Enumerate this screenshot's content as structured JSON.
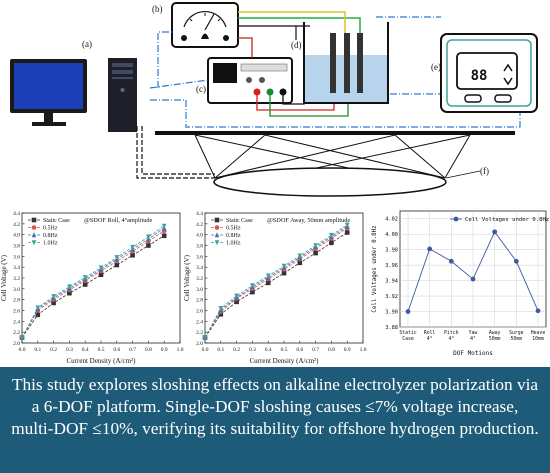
{
  "diagram": {
    "panel_labels": {
      "a": "(a)",
      "b": "(b)",
      "c": "(c)",
      "d": "(d)",
      "e": "(e)",
      "f": "(f)"
    },
    "controller_display": "88"
  },
  "chart_data": [
    {
      "type": "line",
      "title": "@SDOF Roll, 4°amplitude",
      "xlabel": "Current Density (A/cm²)",
      "ylabel": "Cell Voltage (V)",
      "xlim": [
        0.0,
        1.0
      ],
      "ylim": [
        2.0,
        4.4
      ],
      "x_ticks": [
        "0.0",
        "0.1",
        "0.2",
        "0.3",
        "0.4",
        "0.5",
        "0.6",
        "0.7",
        "0.8",
        "0.9",
        "1.0"
      ],
      "y_ticks": [
        "2.0",
        "2.2",
        "2.4",
        "2.6",
        "2.8",
        "3.0",
        "3.2",
        "3.4",
        "3.6",
        "3.8",
        "4.0",
        "4.2",
        "4.4"
      ],
      "legend_position": "top-left",
      "x": [
        0.0,
        0.1,
        0.2,
        0.3,
        0.4,
        0.5,
        0.6,
        0.7,
        0.8,
        0.9
      ],
      "series": [
        {
          "name": "Static Case",
          "marker": "square",
          "color": "#333333",
          "values": [
            2.1,
            2.52,
            2.74,
            2.92,
            3.08,
            3.26,
            3.44,
            3.62,
            3.8,
            3.98
          ]
        },
        {
          "name": "0.5Hz",
          "marker": "circle",
          "color": "#d9534f",
          "values": [
            2.1,
            2.6,
            2.8,
            2.98,
            3.15,
            3.33,
            3.51,
            3.69,
            3.88,
            4.07
          ]
        },
        {
          "name": "0.8Hz",
          "marker": "triangle-up",
          "color": "#4a6fb5",
          "values": [
            2.1,
            2.63,
            2.83,
            3.01,
            3.18,
            3.36,
            3.55,
            3.73,
            3.92,
            4.12
          ]
        },
        {
          "name": "1.0Hz",
          "marker": "triangle-down",
          "color": "#3aa39a",
          "values": [
            2.1,
            2.65,
            2.86,
            3.04,
            3.21,
            3.39,
            3.58,
            3.77,
            3.96,
            4.16
          ]
        }
      ]
    },
    {
      "type": "line",
      "title": "@SDOF Away, 50mm amplitude",
      "xlabel": "Current Density (A/cm²)",
      "ylabel": "Cell Voltage (V)",
      "xlim": [
        0.0,
        1.0
      ],
      "ylim": [
        2.0,
        4.4
      ],
      "x_ticks": [
        "0.0",
        "0.1",
        "0.2",
        "0.3",
        "0.4",
        "0.5",
        "0.6",
        "0.7",
        "0.8",
        "0.9",
        "1.0"
      ],
      "y_ticks": [
        "2.0",
        "2.2",
        "2.4",
        "2.6",
        "2.8",
        "3.0",
        "3.2",
        "3.4",
        "3.6",
        "3.8",
        "4.0",
        "4.2",
        "4.4"
      ],
      "legend_position": "top-left",
      "x": [
        0.0,
        0.1,
        0.2,
        0.3,
        0.4,
        0.5,
        0.6,
        0.7,
        0.8,
        0.9
      ],
      "series": [
        {
          "name": "Static Case",
          "marker": "square",
          "color": "#333333",
          "values": [
            2.1,
            2.53,
            2.76,
            2.94,
            3.11,
            3.29,
            3.48,
            3.66,
            3.85,
            4.04
          ]
        },
        {
          "name": "0.5Hz",
          "marker": "circle",
          "color": "#d9534f",
          "values": [
            2.1,
            2.58,
            2.82,
            3.0,
            3.18,
            3.36,
            3.55,
            3.74,
            3.93,
            4.12
          ]
        },
        {
          "name": "0.8Hz",
          "marker": "triangle-up",
          "color": "#4a6fb5",
          "values": [
            2.1,
            2.61,
            2.84,
            3.03,
            3.21,
            3.39,
            3.58,
            3.77,
            3.96,
            4.15
          ]
        },
        {
          "name": "1.0Hz",
          "marker": "triangle-down",
          "color": "#3aa39a",
          "values": [
            2.1,
            2.64,
            2.87,
            3.06,
            3.24,
            3.42,
            3.61,
            3.8,
            3.99,
            4.18
          ]
        }
      ]
    },
    {
      "type": "line",
      "xlabel": "DOF Motions",
      "ylabel": "Cell Voltages under 0.8Hz",
      "ylim": [
        3.88,
        4.03
      ],
      "y_ticks": [
        "3.88",
        "3.90",
        "3.92",
        "3.94",
        "3.96",
        "3.98",
        "4.00",
        "4.02"
      ],
      "legend_position": "top-right",
      "categories": [
        [
          "Static",
          "Case"
        ],
        [
          "Roll",
          "4°"
        ],
        [
          "Pitch",
          "4°"
        ],
        [
          "Yaw",
          "4°"
        ],
        [
          "Away",
          "50mm"
        ],
        [
          "Surge",
          "50mm"
        ],
        [
          "Heave",
          "10mm"
        ]
      ],
      "series": [
        {
          "name": "Cell Voltages under 0.8Hz",
          "marker": "circle",
          "color": "#3f5a9e",
          "values": [
            3.9,
            3.981,
            3.965,
            3.942,
            4.003,
            3.965,
            3.901
          ]
        }
      ]
    }
  ],
  "caption": {
    "text": "This study explores sloshing effects on alkaline electrolyzer polarization via a 6-DOF platform. Single-DOF sloshing causes ≤7% voltage increase, multi-DOF ≤10%, verifying its suitability for offshore hydrogen production."
  }
}
